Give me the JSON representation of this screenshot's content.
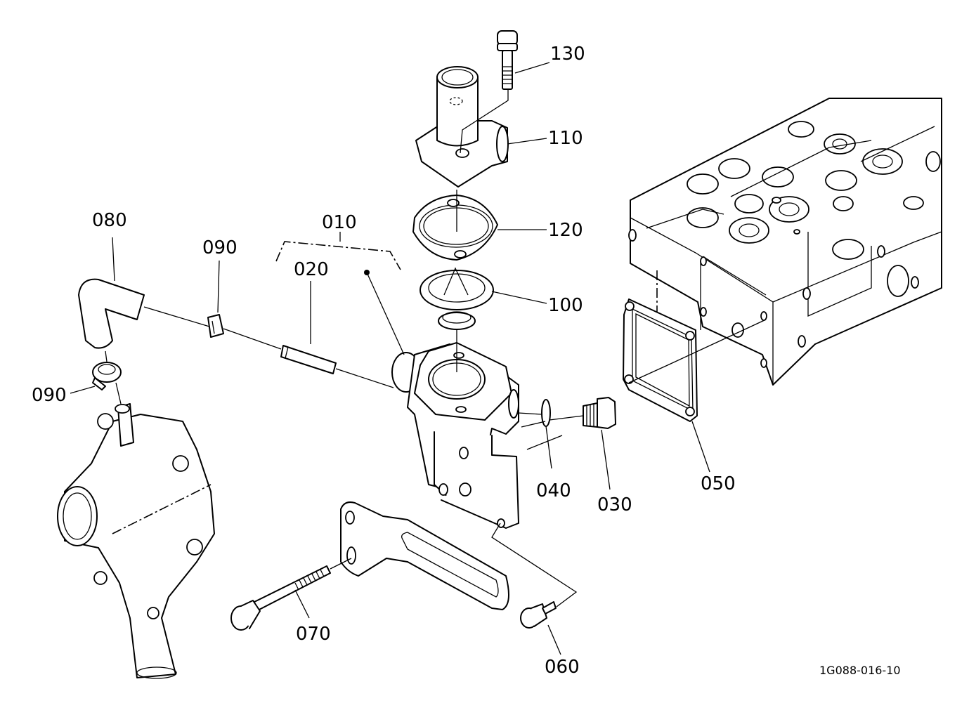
{
  "diagram": {
    "type": "exploded-parts-diagram",
    "subject": "Engine thermostat housing and water flange assembly",
    "drawing_code": "1G088-016-10",
    "callouts": [
      {
        "id": "010",
        "part": "thermostat-housing-assembly"
      },
      {
        "id": "020",
        "part": "pipe"
      },
      {
        "id": "030",
        "part": "plug"
      },
      {
        "id": "040",
        "part": "gasket-ring"
      },
      {
        "id": "050",
        "part": "flange-gasket"
      },
      {
        "id": "060",
        "part": "bolt"
      },
      {
        "id": "070",
        "part": "stud-bolt"
      },
      {
        "id": "080",
        "part": "elbow-hose"
      },
      {
        "id": "090a",
        "label": "090",
        "part": "hose-clamp-upper"
      },
      {
        "id": "090b",
        "label": "090",
        "part": "hose-clamp-lower"
      },
      {
        "id": "100",
        "part": "thermostat"
      },
      {
        "id": "110",
        "part": "water-flange"
      },
      {
        "id": "120",
        "part": "thermostat-gasket"
      },
      {
        "id": "130",
        "part": "flange-bolt"
      }
    ]
  },
  "labels": {
    "l010": "010",
    "l020": "020",
    "l030": "030",
    "l040": "040",
    "l050": "050",
    "l060": "060",
    "l070": "070",
    "l080": "080",
    "l090a": "090",
    "l090b": "090",
    "l100": "100",
    "l110": "110",
    "l120": "120",
    "l130": "130"
  },
  "footer": {
    "drawing_code": "1G088-016-10"
  },
  "colors": {
    "line": "#000000",
    "background": "#ffffff"
  }
}
